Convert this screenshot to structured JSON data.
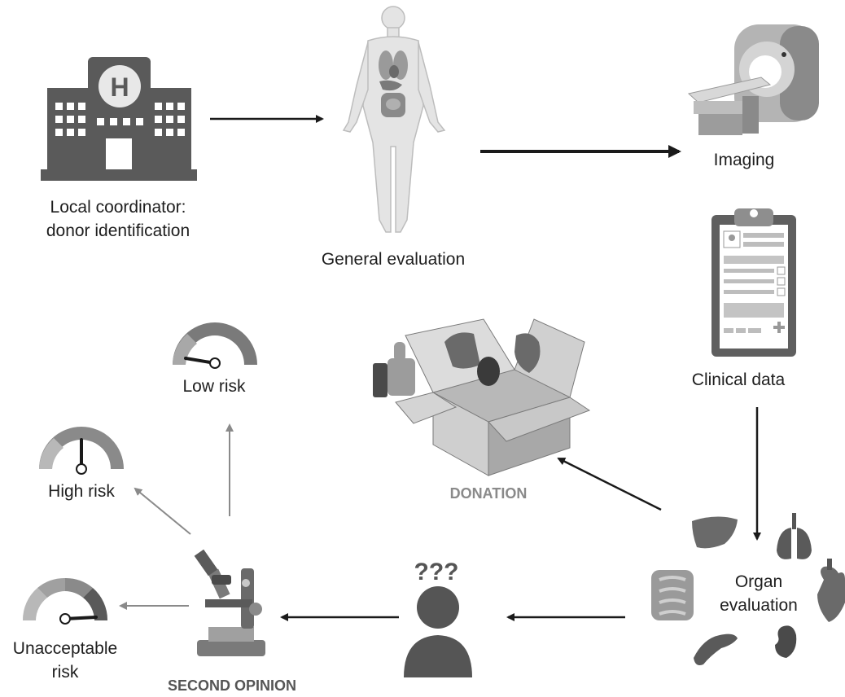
{
  "nodes": {
    "hospital": {
      "label_line1": "Local coordinator:",
      "label_line2": "donor identification",
      "icon": "hospital-icon"
    },
    "general": {
      "label": "General evaluation",
      "icon": "human-body-icon"
    },
    "imaging": {
      "label": "Imaging",
      "icon": "mri-scanner-icon"
    },
    "clinical": {
      "label": "Clinical data",
      "icon": "clipboard-icon"
    },
    "organ": {
      "label_line1": "Organ",
      "label_line2": "evaluation",
      "icons": [
        "liver-icon",
        "lungs-icon",
        "intestine-icon",
        "heart-icon",
        "pancreas-icon",
        "kidney-icon"
      ]
    },
    "question": {
      "marks": "???",
      "icon": "person-question-icon"
    },
    "second_opinion": {
      "label": "SECOND OPINION",
      "icon": "microscope-icon"
    },
    "donation": {
      "label": "DONATION",
      "icon": "organ-box-icon"
    },
    "low_risk": {
      "label": "Low risk",
      "icon": "gauge-low-icon"
    },
    "high_risk": {
      "label": "High risk",
      "icon": "gauge-high-icon"
    },
    "unacceptable": {
      "label_line1": "Unacceptable",
      "label_line2": "risk",
      "icon": "gauge-unacceptable-icon"
    }
  },
  "colors": {
    "icon_dark": "#555555",
    "icon_mid": "#8c8c8c",
    "icon_light": "#c8c8c8",
    "arrow": "#1a1a1a",
    "arrow_grey": "#8a8a8a",
    "caption_grey": "#8a8a8a"
  }
}
